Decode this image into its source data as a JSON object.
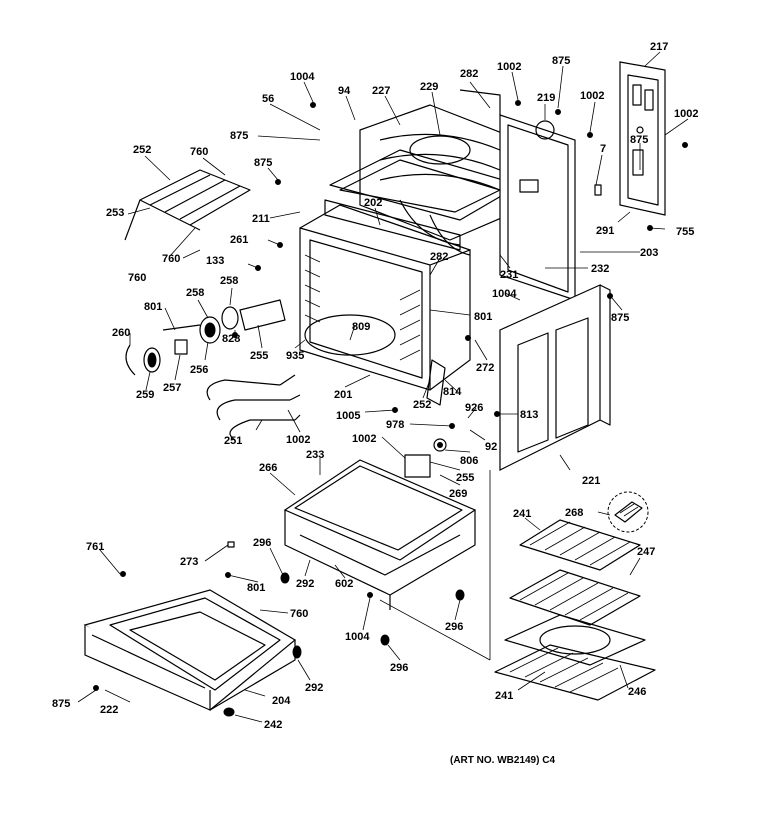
{
  "figure": {
    "caption": "(ART NO. WB2149) C4"
  },
  "callouts": {
    "c1004a": "1004",
    "c94": "94",
    "c227": "227",
    "c229": "229",
    "c282a": "282",
    "c1002a": "1002",
    "c875a": "875",
    "c217": "217",
    "c56": "56",
    "c219": "219",
    "c1002b": "1002",
    "c1002c": "1002",
    "c875b": "875",
    "c875c": "875",
    "c252a": "252",
    "c760a": "760",
    "c7": "7",
    "c875d": "875",
    "c211": "211",
    "c253": "253",
    "c202": "202",
    "c291": "291",
    "c755": "755",
    "c261": "261",
    "c203": "203",
    "c760b": "760",
    "c760c": "760",
    "c133": "133",
    "c282b": "282",
    "c231": "231",
    "c232": "232",
    "c258a": "258",
    "c258b": "258",
    "c1004b": "1004",
    "c801a": "801",
    "c801b": "801",
    "c875e": "875",
    "c809": "809",
    "c260": "260",
    "c828": "828",
    "c255a": "255",
    "c935": "935",
    "c256": "256",
    "c257": "257",
    "c259": "259",
    "c272": "272",
    "c201": "201",
    "c814": "814",
    "c1005": "1005",
    "c252b": "252",
    "c926": "926",
    "c978": "978",
    "c813": "813",
    "c251": "251",
    "c1002d": "1002",
    "c1002e": "1002",
    "c92": "92",
    "c806": "806",
    "c233": "233",
    "c255b": "255",
    "c221": "221",
    "c266": "266",
    "c269": "269",
    "c268": "268",
    "c241a": "241",
    "c761": "761",
    "c296a": "296",
    "c247": "247",
    "c273": "273",
    "c801c": "801",
    "c292a": "292",
    "c602": "602",
    "c760d": "760",
    "c1004c": "1004",
    "c296b": "296",
    "c296c": "296",
    "c292b": "292",
    "c875f": "875",
    "c222": "222",
    "c204": "204",
    "c242": "242",
    "c241b": "241",
    "c246": "246"
  }
}
